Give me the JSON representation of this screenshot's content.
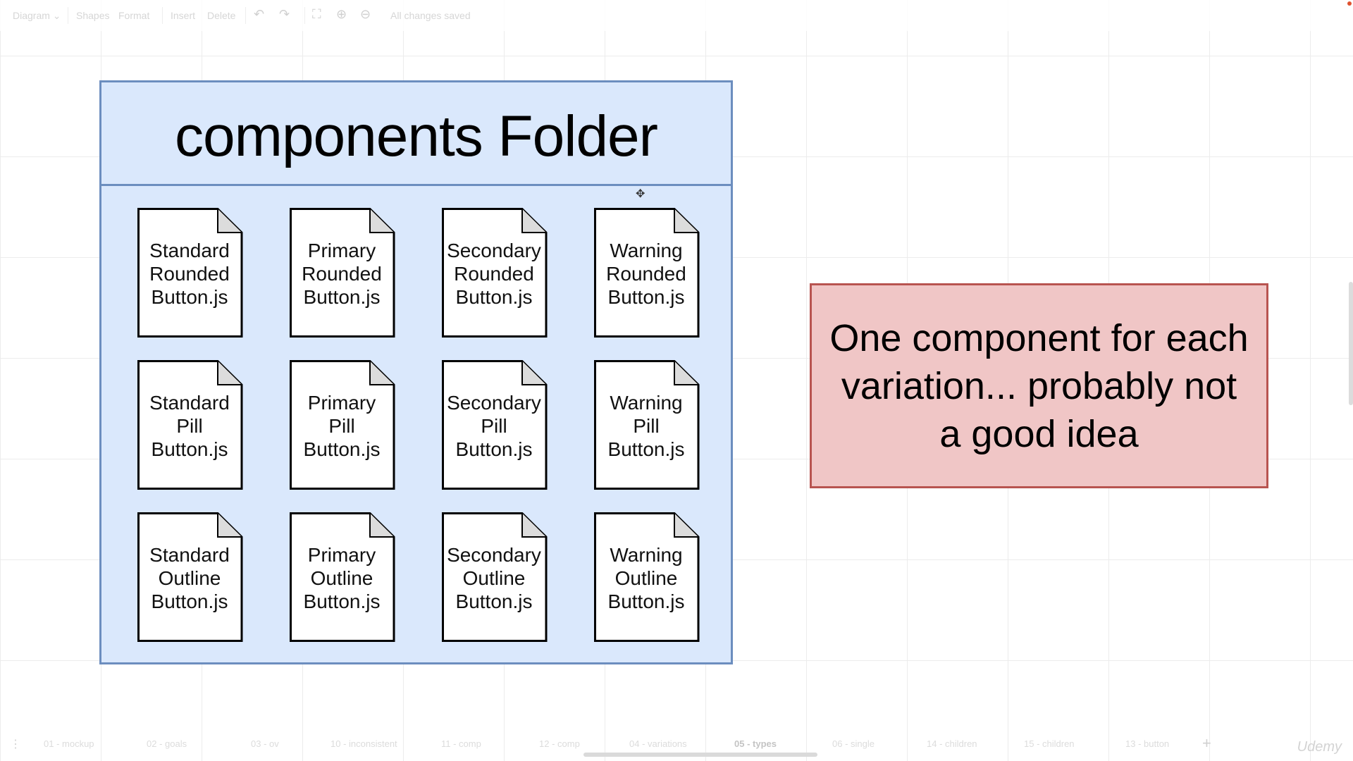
{
  "toolbar": {
    "diagram_menu": "Diagram",
    "shapes": "Shapes",
    "format": "Format",
    "insert": "Insert",
    "delete": "Delete",
    "status": "All changes saved",
    "icons": [
      "undo-icon",
      "redo-icon",
      "fullscreen-icon",
      "zoom-in-icon",
      "zoom-out-icon"
    ]
  },
  "diagram": {
    "folder_title": "components Folder",
    "files": [
      {
        "lines": [
          "Standard",
          "Rounded",
          "Button.js"
        ]
      },
      {
        "lines": [
          "Primary",
          "Rounded",
          "Button.js"
        ]
      },
      {
        "lines": [
          "Secondary",
          "Rounded",
          "Button.js"
        ]
      },
      {
        "lines": [
          "Warning",
          "Rounded",
          "Button.js"
        ]
      },
      {
        "lines": [
          "Standard",
          "Pill",
          "Button.js"
        ]
      },
      {
        "lines": [
          "Primary",
          "Pill",
          "Button.js"
        ]
      },
      {
        "lines": [
          "Secondary",
          "Pill",
          "Button.js"
        ]
      },
      {
        "lines": [
          "Warning",
          "Pill",
          "Button.js"
        ]
      },
      {
        "lines": [
          "Standard",
          "Outline",
          "Button.js"
        ]
      },
      {
        "lines": [
          "Primary",
          "Outline",
          "Button.js"
        ]
      },
      {
        "lines": [
          "Secondary",
          "Outline",
          "Button.js"
        ]
      },
      {
        "lines": [
          "Warning",
          "Outline",
          "Button.js"
        ]
      }
    ],
    "note_lines": [
      "One component for each",
      "variation... probably not",
      "a good idea"
    ],
    "colors": {
      "folder_fill": "#dae8fc",
      "folder_stroke": "#6c8ebf",
      "note_fill": "#f0c6c6",
      "note_stroke": "#b85450"
    }
  },
  "page_tabs": [
    {
      "label": "01 - mockup"
    },
    {
      "label": "02 - goals"
    },
    {
      "label": "03 - ov"
    },
    {
      "label": "10 - inconsistent"
    },
    {
      "label": "11 - comp"
    },
    {
      "label": "12 - comp"
    },
    {
      "label": "04 - variations"
    },
    {
      "label": "05 - types",
      "active": true
    },
    {
      "label": "06 - single"
    },
    {
      "label": "14 - children"
    },
    {
      "label": "15 - children"
    },
    {
      "label": "13 - button"
    }
  ],
  "watermark": "Udemy"
}
